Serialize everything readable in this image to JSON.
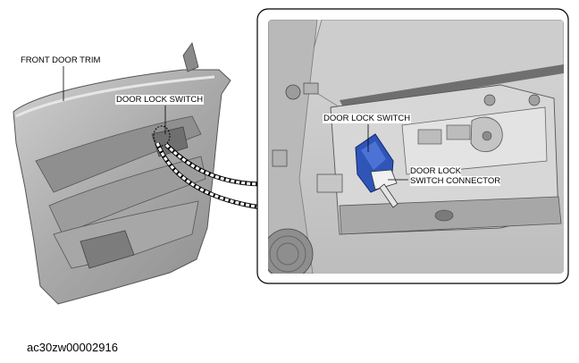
{
  "labels": {
    "front_door_trim": "FRONT DOOR TRIM",
    "door_lock_switch_left": "DOOR LOCK SWITCH",
    "door_lock_switch_right": "DOOR LOCK SWITCH",
    "connector_line1": "DOOR LOCK",
    "connector_line2": "SWITCH CONNECTOR"
  },
  "figure_id": "ac30zw00002916",
  "colors": {
    "trim_gray": "#b4b4b4",
    "trim_dark": "#7c7c7c",
    "switch_blue": "#2f55b8",
    "panel_bg": "#c9c9c9",
    "frame": "#000000"
  }
}
